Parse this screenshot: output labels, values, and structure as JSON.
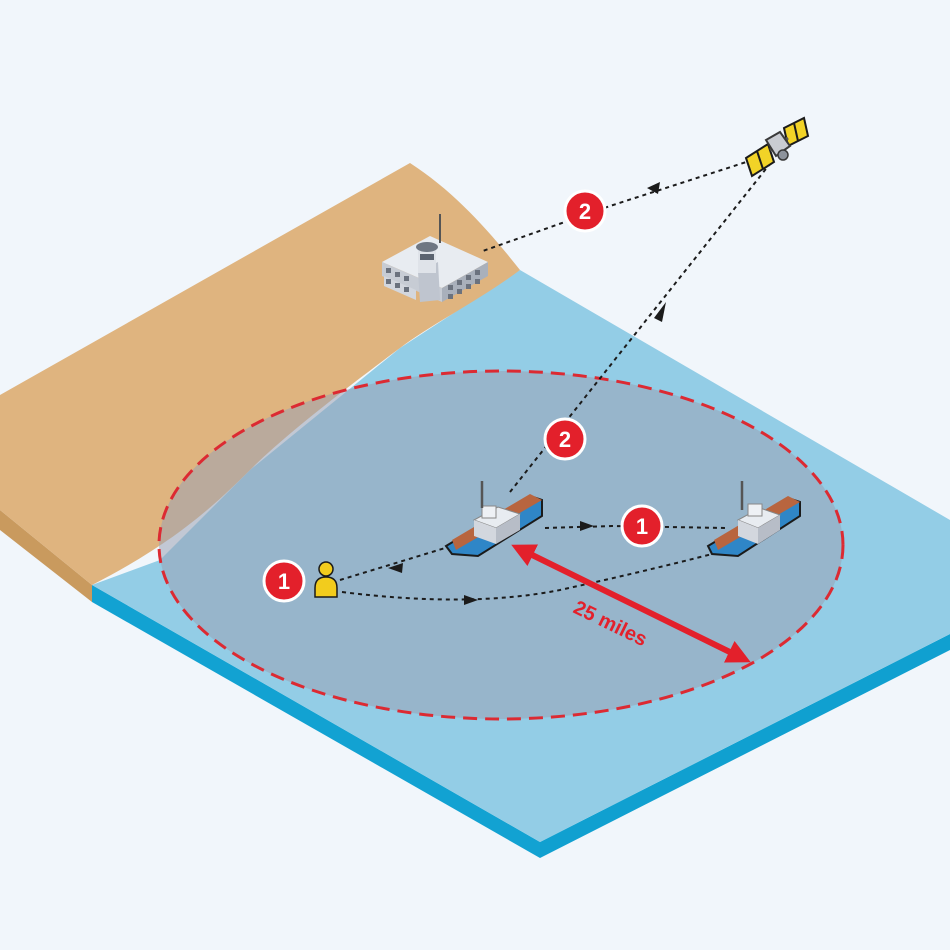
{
  "colors": {
    "background": "#f1f6fb",
    "sea": "#93cde6",
    "sea_edge": "#12a2d2",
    "land": "#dfb47f",
    "land_edge": "#c99a5e",
    "range_circle": "#dc2a32",
    "range_fill": "#a3a9b7",
    "badge": "#e3202b",
    "hull": "#2f86c7",
    "person": "#f2cc1d"
  },
  "badges": [
    {
      "id": "ship-to-satellite",
      "label": "2"
    },
    {
      "id": "satellite-to-station",
      "label": "2"
    },
    {
      "id": "person-alert",
      "label": "1"
    },
    {
      "id": "ship-to-ship",
      "label": "1"
    }
  ],
  "range": {
    "label": "25 miles"
  },
  "icons": [
    "satellite-icon",
    "coast-station-icon",
    "ship-icon",
    "person-icon"
  ]
}
